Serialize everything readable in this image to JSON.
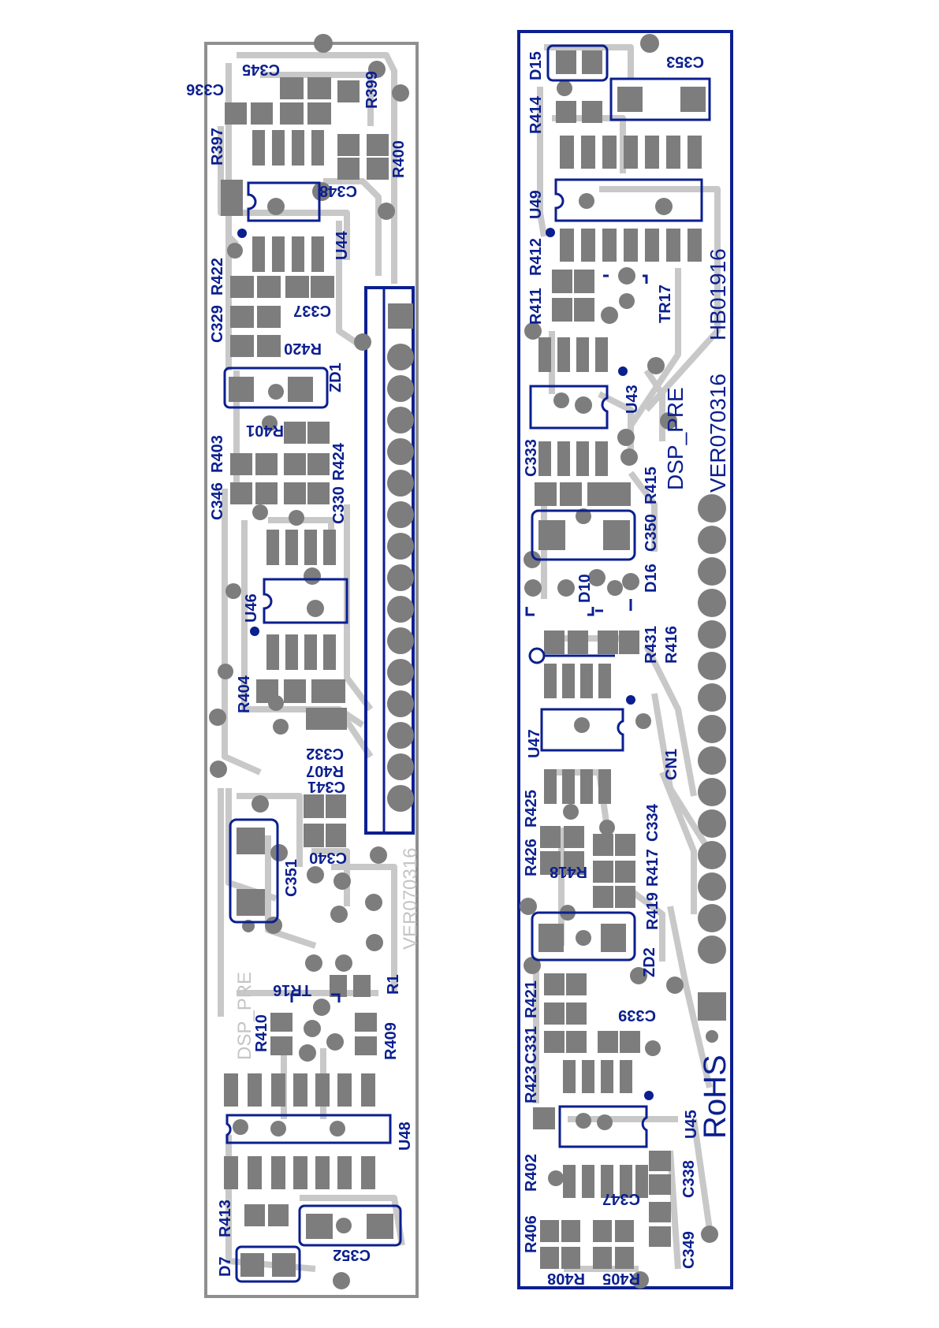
{
  "board_left": {
    "labels": {
      "c345": "C345",
      "c336": "C336",
      "r399": "R399",
      "r397": "R397",
      "r400": "R400",
      "c348": "C348",
      "u44": "U44",
      "r422": "R422",
      "c329": "C329",
      "c337": "C337",
      "r420": "R420",
      "zd1": "ZD1",
      "r401": "R401",
      "r403": "R403",
      "c346": "C346",
      "r424": "R424",
      "c330": "C330",
      "u46": "U46",
      "r404": "R404",
      "c332": "C332",
      "r407": "R407",
      "c341": "C341",
      "c340": "C340",
      "c351": "C351",
      "ver": "VER070316",
      "dsp_pre": "DSP_PRE",
      "tr16": "TR16",
      "r1": "R1",
      "r410": "R410",
      "r409": "R409",
      "u48": "U48",
      "r413": "R413",
      "d7": "D7",
      "c352": "C352"
    }
  },
  "board_right": {
    "labels": {
      "d15": "D15",
      "r414": "R414",
      "c353": "C353",
      "u49": "U49",
      "r412": "R412",
      "r411": "R411",
      "tr17": "TR17",
      "hb": "HB01916",
      "ver": "VER070316",
      "u43": "U43",
      "dsp_pre": "DSP_PRE",
      "c333": "C333",
      "r415": "R415",
      "c350": "C350",
      "d16": "D16",
      "d10": "D10",
      "r431": "R431",
      "r416": "R416",
      "u47": "U47",
      "cn1": "CN1",
      "r425": "R425",
      "r426": "R426",
      "r418": "R418",
      "r417": "R417",
      "c334": "C334",
      "r419": "R419",
      "zd2": "ZD2",
      "r421": "R421",
      "c331": "C331",
      "c339": "C339",
      "r423": "R423",
      "rohs": "RoHS",
      "u45": "U45",
      "r402": "R402",
      "c338": "C338",
      "c347": "C347",
      "r406": "R406",
      "c349": "C349",
      "r408": "R408",
      "r405": "R405"
    }
  },
  "colors": {
    "copper_pad": "#7d7d7d",
    "trace": "#c8c8c8",
    "silk_blue": "#0b1f8f",
    "outline_grey": "#8f8f8f"
  }
}
